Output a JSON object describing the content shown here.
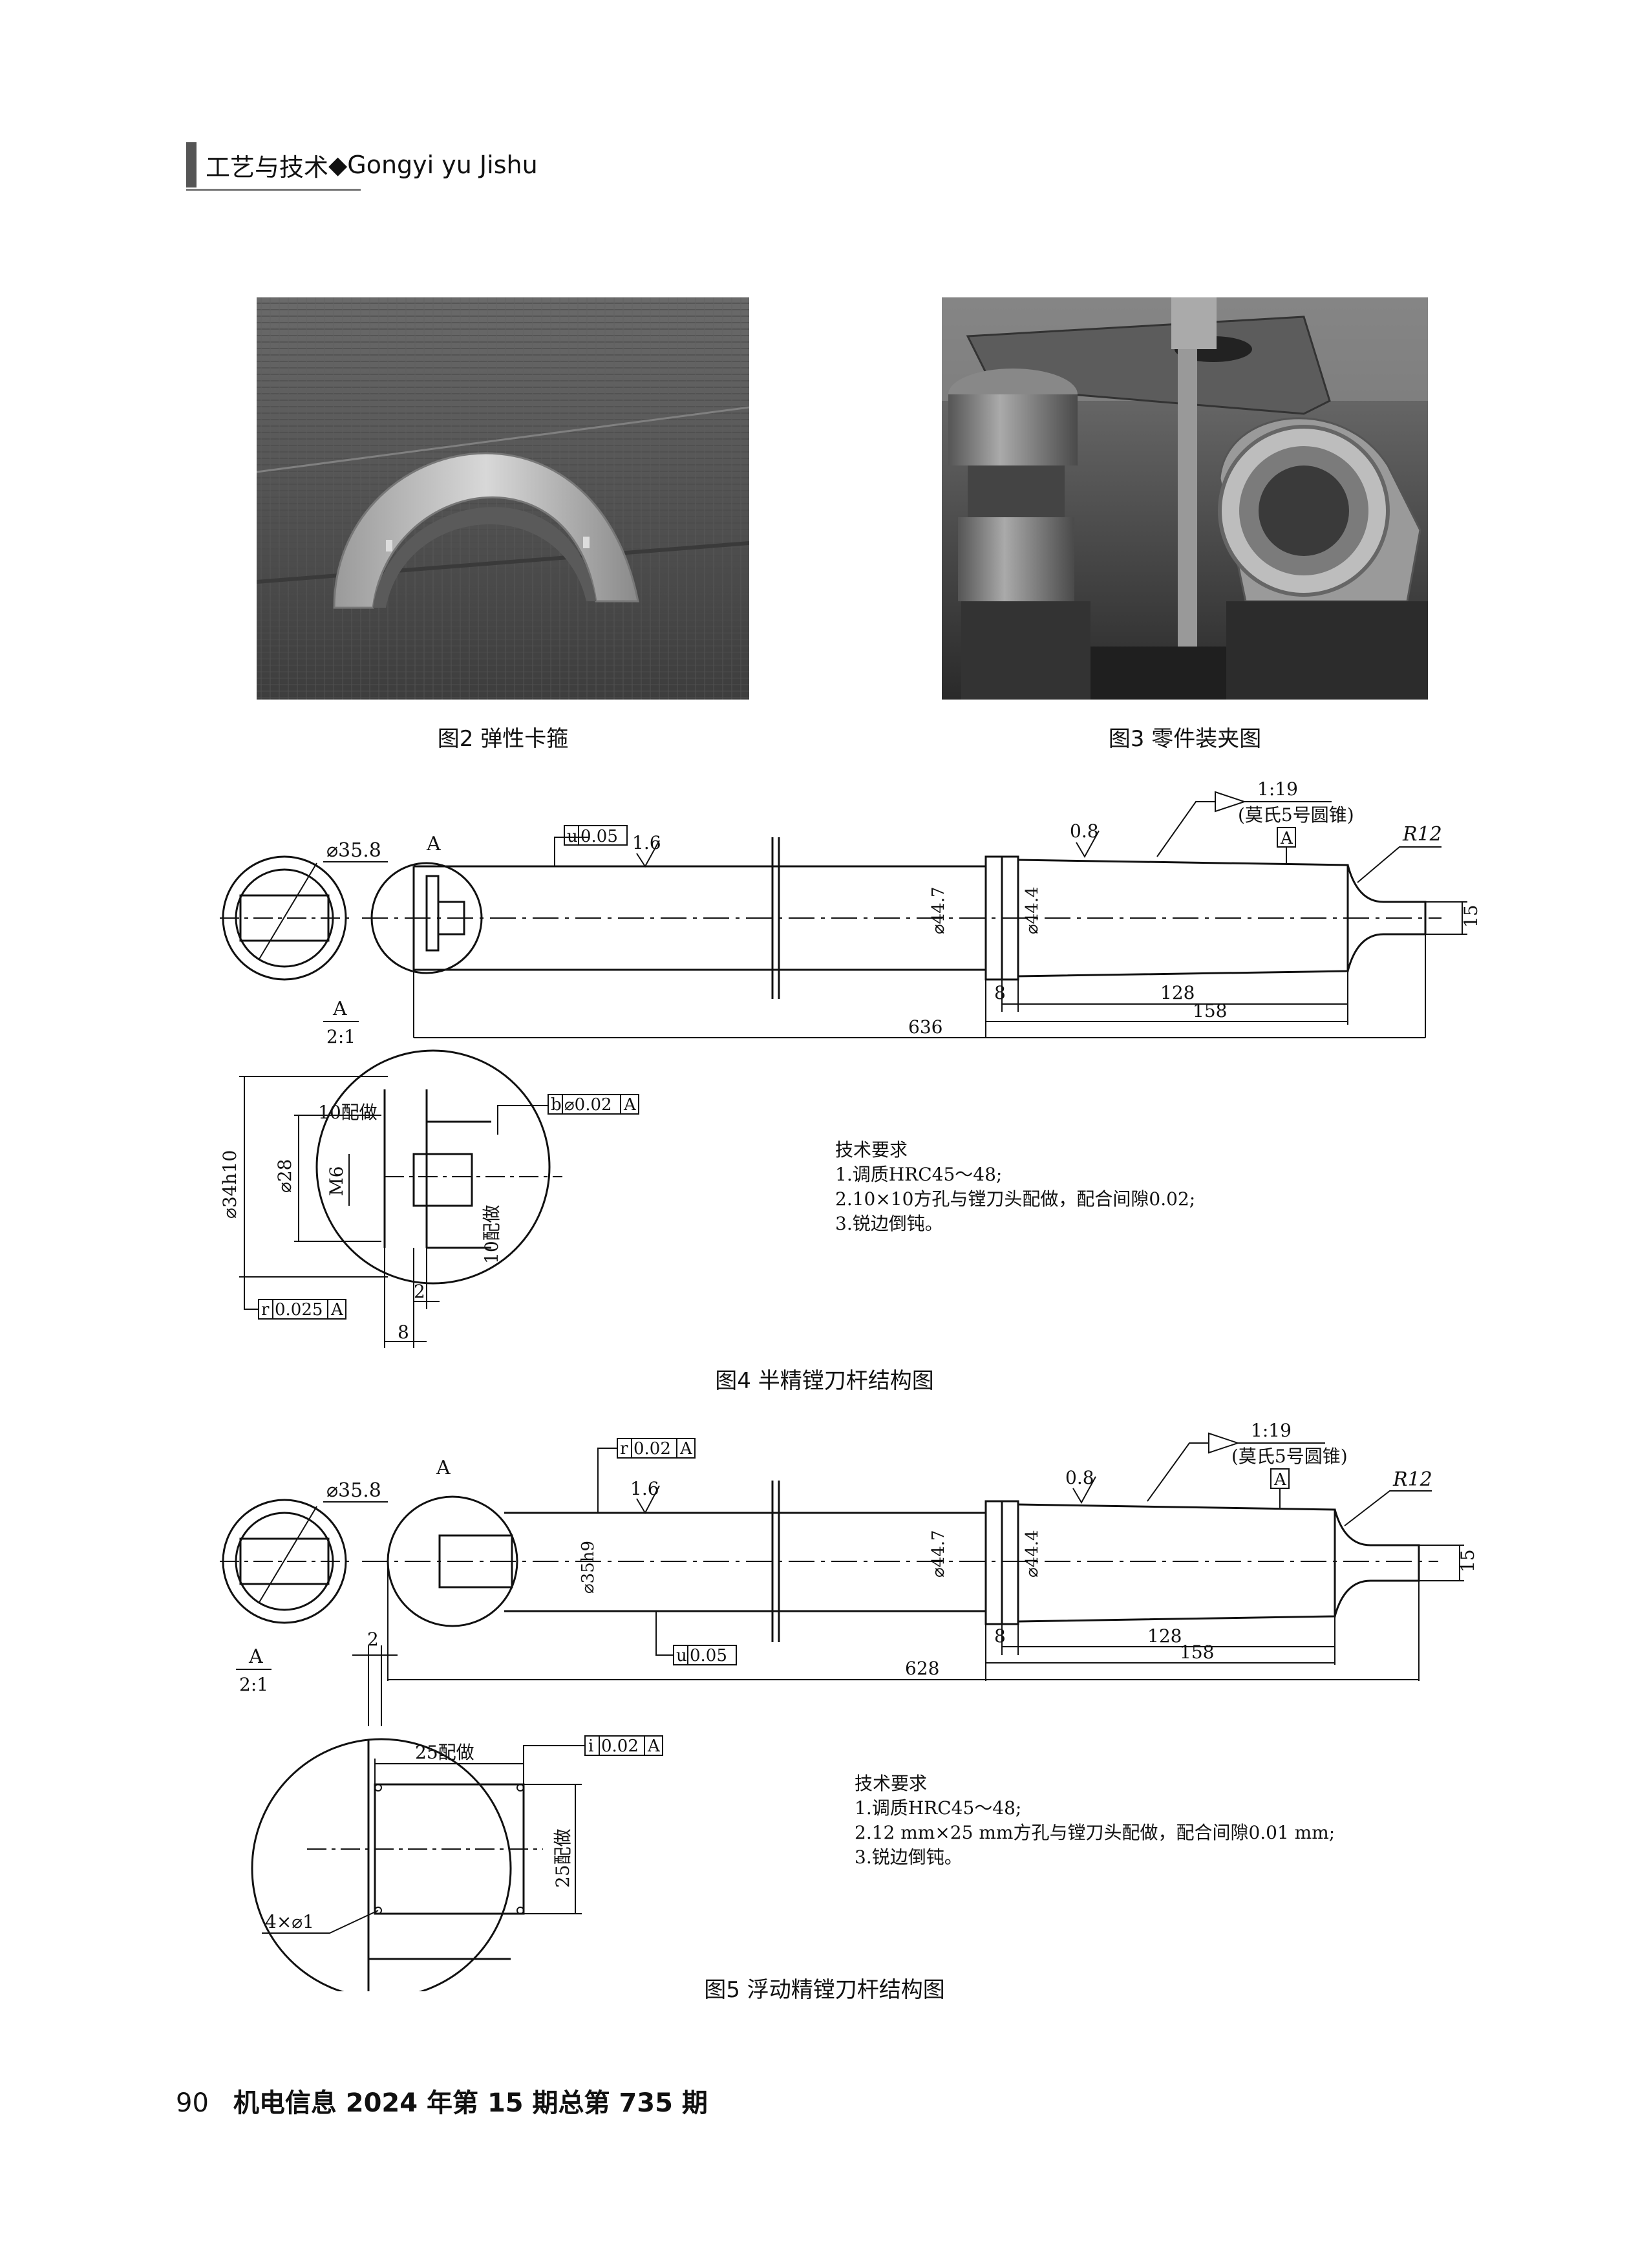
{
  "header": {
    "section_cn": "工艺与技术",
    "sep": "◆",
    "section_en": "Gongyi yu Jishu"
  },
  "fig2": {
    "caption": "图2   弹性卡箍"
  },
  "fig3": {
    "caption": "图3   零件装夹图"
  },
  "fig4": {
    "caption": "图4   半精镗刀杆结构图",
    "dims": {
      "d_head": "⌀35.8",
      "view_mark": "A",
      "section_label": "A",
      "section_scale": "2:1",
      "runout_u": "u",
      "runout_u_val": "0.05",
      "rough_1": "1.6",
      "rough_2": "0.8",
      "taper_ratio": "1:19",
      "taper_note": "(莫氏5号圆锥)",
      "datum_a": "A",
      "radius": "R12",
      "d_447": "⌀44.7",
      "d_444": "⌀44.4",
      "tip": "15",
      "len_8": "8",
      "len_128": "128",
      "len_158": "158",
      "len_total": "636",
      "d_34h10": "⌀34h10",
      "d_28": "⌀28",
      "m6": "M6",
      "sq_1": "10配做",
      "sq_2": "10配做",
      "tol_b": "b",
      "tol_b_val": "⌀0.02",
      "tol_b_ref": "A",
      "tol_r": "r",
      "tol_r_val": "0.025",
      "tol_r_ref": "A",
      "d_2": "2",
      "d_8b": "8"
    },
    "requirements": {
      "title": "技术要求",
      "items": [
        "1.调质HRC45～48;",
        "2.10×10方孔与镗刀头配做，配合间隙0.02;",
        "3.锐边倒钝。"
      ]
    }
  },
  "fig5": {
    "caption": "图5   浮动精镗刀杆结构图",
    "dims": {
      "d_head": "⌀35.8",
      "view_mark": "A",
      "section_label": "A",
      "section_scale": "2:1",
      "tol_r": "r",
      "tol_r_val": "0.02",
      "tol_r_ref": "A",
      "rough_1": "1.6",
      "rough_2": "0.8",
      "taper_ratio": "1:19",
      "taper_note": "(莫氏5号圆锥)",
      "datum_a": "A",
      "radius": "R12",
      "d_35h9": "⌀35h9",
      "d_447": "⌀44.7",
      "d_444": "⌀44.4",
      "tip": "15",
      "runout_u": "u",
      "runout_u_val": "0.05",
      "len_8": "8",
      "len_128": "128",
      "len_158": "158",
      "len_total": "628",
      "d_2": "2",
      "sq_1": "25配做",
      "sq_2": "25配做",
      "tol_i": "i",
      "tol_i_val": "0.02",
      "tol_i_ref": "A",
      "holes": "4×⌀1"
    },
    "requirements": {
      "title": "技术要求",
      "items": [
        "1.调质HRC45～48;",
        "2.12 mm×25 mm方孔与镗刀头配做，配合间隙0.01 mm;",
        "3.锐边倒钝。"
      ]
    }
  },
  "footer": {
    "page": "90",
    "journal": "机电信息   2024 年第 15 期总第 735 期"
  }
}
